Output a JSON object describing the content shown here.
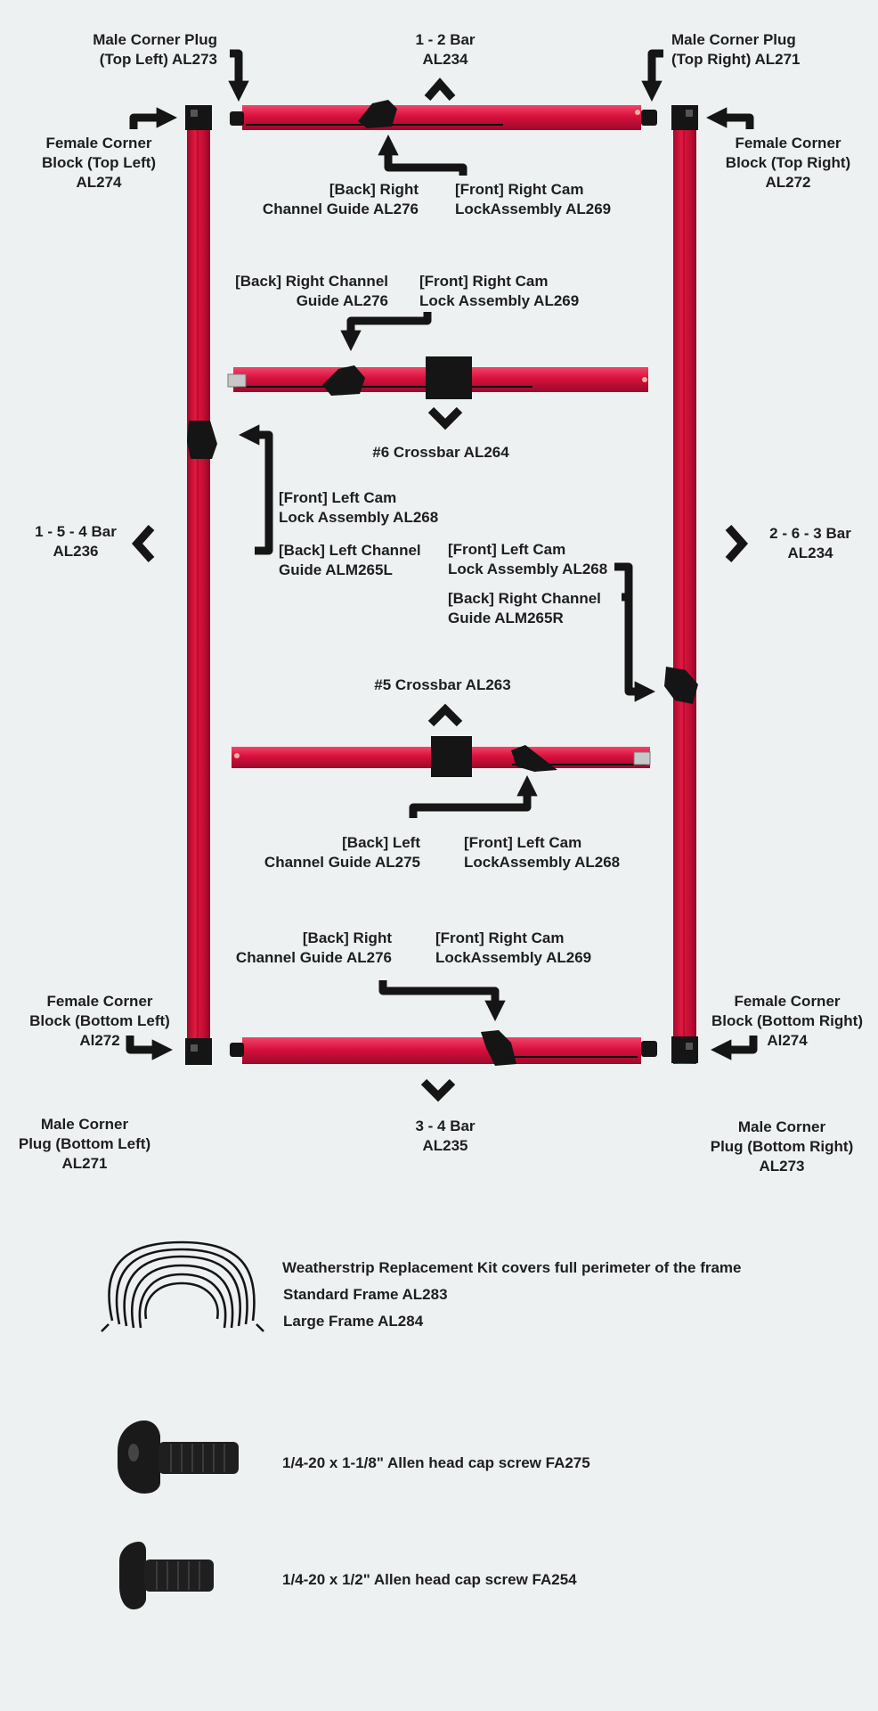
{
  "colors": {
    "background": "#eef1f2",
    "frame_red": "#d8103c",
    "frame_red_dark": "#a30a2c",
    "hardware_black": "#151515",
    "text": "#1e1e1e"
  },
  "labels": {
    "male_corner_plug_top_left": "Male Corner Plug\n(Top Left) AL273",
    "bar_1_2": "1 - 2 Bar\nAL234",
    "male_corner_plug_top_right": "Male Corner Plug\n(Top Right) AL271",
    "female_corner_block_top_left": "Female Corner\nBlock (Top Left)\nAL274",
    "female_corner_block_top_right": "Female Corner\nBlock (Top Right)\nAL272",
    "top_back_right_channel_guide": "[Back] Right\nChannel Guide AL276",
    "top_front_right_cam_lock": "[Front] Right Cam\nLockAssembly AL269",
    "crossbar6_back_right_channel_guide": "[Back] Right Channel\nGuide AL276",
    "crossbar6_front_right_cam_lock": "[Front] Right Cam\nLock Assembly AL269",
    "crossbar_6": "#6 Crossbar AL264",
    "left_front_left_cam_lock": "[Front] Left Cam\nLock Assembly AL268",
    "left_back_left_channel_guide": "[Back] Left Channel\nGuide ALM265L",
    "bar_1_5_4": "1 - 5 - 4 Bar\nAL236",
    "bar_2_6_3": "2 - 6 - 3 Bar\nAL234",
    "right_front_left_cam_lock": "[Front] Left Cam\nLock Assembly AL268",
    "right_back_right_channel_guide": "[Back] Right Channel\nGuide ALM265R",
    "crossbar_5": "#5 Crossbar AL263",
    "crossbar5_back_left_channel_guide": "[Back] Left\nChannel Guide AL275",
    "crossbar5_front_left_cam_lock": "[Front] Left Cam\nLockAssembly AL268",
    "bottom_back_right_channel_guide": "[Back] Right\nChannel Guide AL276",
    "bottom_front_right_cam_lock": "[Front] Right Cam\nLockAssembly AL269",
    "female_corner_block_bottom_left": "Female Corner\nBlock (Bottom Left)\nAl272",
    "female_corner_block_bottom_right": "Female Corner\nBlock (Bottom Right)\nAl274",
    "bar_3_4": "3 - 4 Bar\nAL235",
    "male_corner_plug_bottom_left": "Male Corner\nPlug (Bottom Left)\nAL271",
    "male_corner_plug_bottom_right": "Male Corner\nPlug (Bottom Right)\nAL273"
  },
  "parts_list": {
    "weatherstrip_title": "Weatherstrip Replacement Kit covers full perimeter of the frame",
    "weatherstrip_standard": "Standard Frame AL283",
    "weatherstrip_large": "Large Frame AL284",
    "screw_long": "1/4-20 x 1-1/8\" Allen head cap screw FA275",
    "screw_short": "1/4-20 x 1/2\" Allen head cap screw FA254"
  },
  "icons": {
    "arrow": "bent-arrow-icon",
    "chevron": "chevron-icon",
    "cam_lock": "cam-lock-icon",
    "crossbar_clamp": "clamp-block-icon",
    "weatherstrip": "weatherstrip-coil-icon",
    "screw": "allen-screw-icon"
  }
}
